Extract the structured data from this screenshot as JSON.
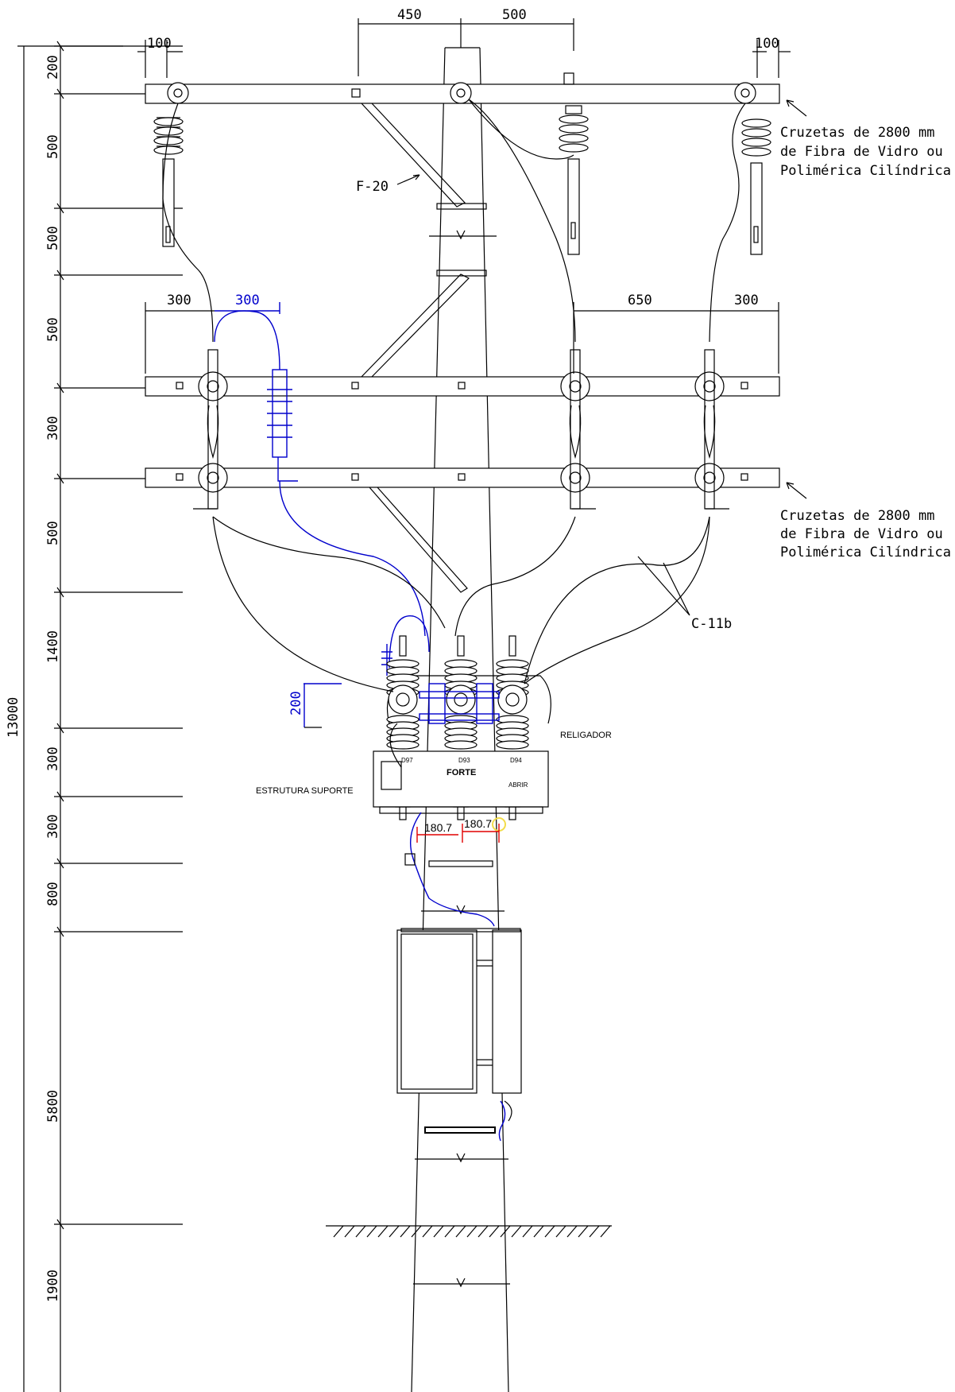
{
  "colors": {
    "line": "#000000",
    "blue": "#0000cc",
    "red": "#e00000",
    "yellow": "#f2dc4a",
    "background": "#ffffff"
  },
  "dims": {
    "top_450": "450",
    "top_500": "500",
    "top_100_left": "100",
    "top_100_right": "100",
    "mid_300_left": "300",
    "mid_300_blue": "300",
    "mid_650": "650",
    "mid_300_right": "300",
    "dim_200_center": "200",
    "dim_180_left": "180.7",
    "dim_180_right": "180.7"
  },
  "vertical_dims": {
    "total": "13000",
    "segments": [
      "200",
      "500",
      "500",
      "500",
      "300",
      "500",
      "1400",
      "300",
      "300",
      "800",
      "5800",
      "1900"
    ]
  },
  "labels": {
    "crossarm_top": [
      "Cruzetas de 2800 mm",
      "de Fibra de Vidro ou",
      "Polimérica Cilíndrica"
    ],
    "crossarm_bottom": [
      "Cruzetas de 2800 mm",
      "de Fibra de Vidro ou",
      "Polimérica Cilíndrica"
    ],
    "brace": "F-20",
    "connector": "C-11b",
    "recloser": "RELIGADOR",
    "support": "ESTRUTURA SUPORTE",
    "brand": "FORTE",
    "panel_1": "D97",
    "panel_2": "D93",
    "panel_3": "D94",
    "panel_4": "ABRIR"
  }
}
